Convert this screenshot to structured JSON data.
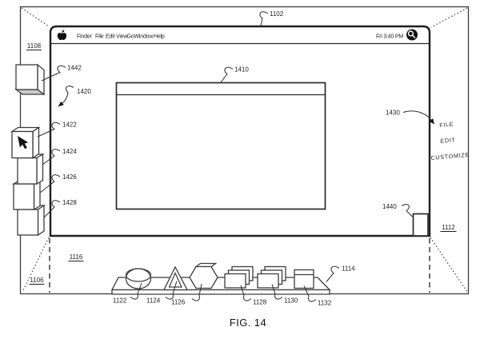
{
  "figure": {
    "caption": "FIG. 14"
  },
  "menu_bar": {
    "items": [
      "Finder",
      "File",
      "Edit",
      "View",
      "Go",
      "Window",
      "Help"
    ],
    "clock": "Fri 3:40 PM"
  },
  "wall_menu": {
    "items": [
      "FILE",
      "EDIT",
      "CUSTOMIZE"
    ]
  },
  "ref_labels": {
    "screen": "1102",
    "left_wall": "1108",
    "floating_cube": "1442",
    "drop_arrow": "1420",
    "cube_stack_1": "1422",
    "cube_stack_2": "1424",
    "cube_stack_3": "1426",
    "cube_stack_4": "1428",
    "app_window": "1410",
    "wall_menu": "1430",
    "corner_box": "1440",
    "right_wall": "1112",
    "floor": "1116",
    "floor_left": "1106",
    "shelf": "1114",
    "shelf_disc": "1122",
    "shelf_pyramid": "1124",
    "shelf_hexagon": "1126",
    "shelf_stack_a": "1128",
    "shelf_stack_b": "1130",
    "shelf_box": "1132"
  },
  "icons": {
    "apple": "apple-logo",
    "spotlight": "spotlight-search",
    "cursor": "mouse-pointer"
  },
  "colors": {
    "line": "#3c3c3c",
    "text": "#1e1e1e",
    "cube_shade": "#c9c9c9",
    "icon_fill": "#111111"
  }
}
